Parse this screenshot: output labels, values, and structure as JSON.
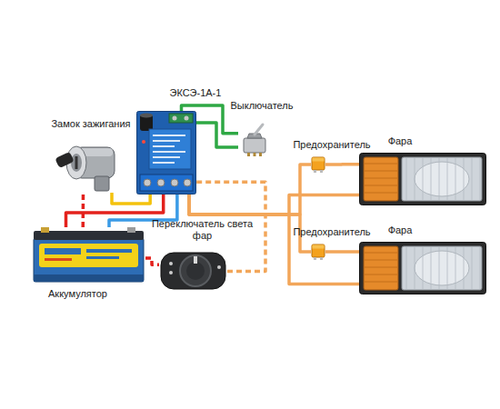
{
  "diagram": {
    "nodes": [
      {
        "text": [
          "Замок зажигания"
        ]
      },
      {
        "text": [
          "ЭКСЭ-1А-1"
        ]
      },
      {
        "text": [
          "Выключатель"
        ]
      },
      {
        "text": [
          "Предохранитель"
        ]
      },
      {
        "text": [
          "Фара"
        ]
      },
      {
        "text": [
          "Предохранитель"
        ]
      },
      {
        "text": [
          "Фара"
        ]
      },
      {
        "text": [
          "Переключатель света фар"
        ]
      },
      {
        "text": [
          "Аккумулятор"
        ]
      }
    ],
    "edges": [
      {
        "from": 8,
        "to": 0,
        "arrow": "none"
      },
      {
        "from": 0,
        "to": 1,
        "arrow": "none"
      },
      {
        "from": 8,
        "to": 1,
        "arrow": "none"
      },
      {
        "from": 8,
        "to": 1,
        "arrow": "none"
      },
      {
        "from": 1,
        "to": 2,
        "arrow": "none"
      },
      {
        "from": 1,
        "to": 2,
        "arrow": "none"
      },
      {
        "from": 1,
        "to": 3,
        "arrow": "none"
      },
      {
        "from": 1,
        "to": 5,
        "arrow": "none"
      },
      {
        "from": 3,
        "to": 4,
        "arrow": "none"
      },
      {
        "from": 5,
        "to": 6,
        "arrow": "none"
      },
      {
        "from": 1,
        "to": 4,
        "arrow": "none"
      },
      {
        "from": 1,
        "to": 6,
        "arrow": "none"
      },
      {
        "from": 7,
        "to": 1,
        "arrow": "none"
      },
      {
        "from": 8,
        "to": 7,
        "arrow": "none"
      }
    ]
  }
}
